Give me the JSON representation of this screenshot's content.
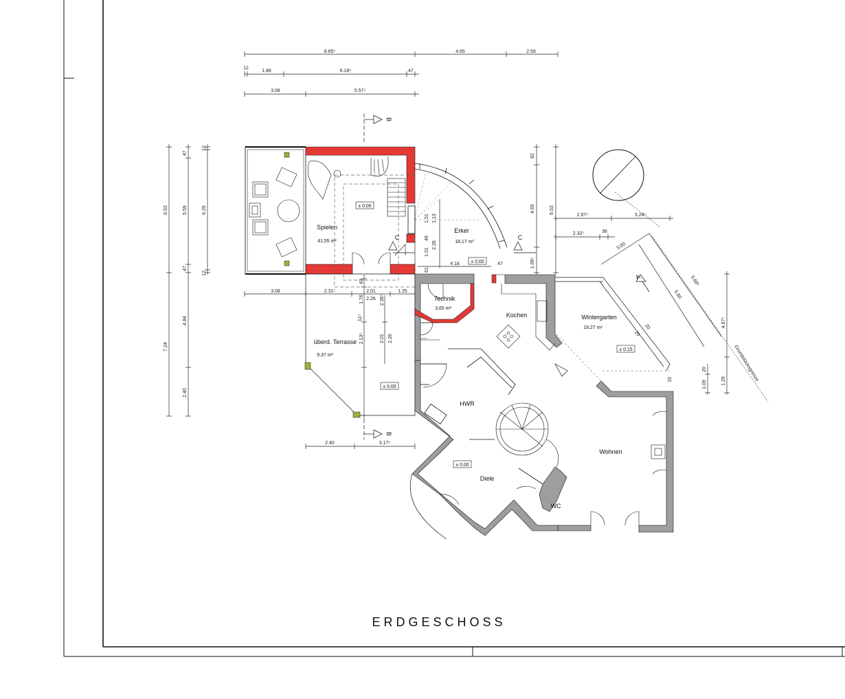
{
  "title": "ERDGESCHOSS",
  "colors": {
    "wall_new": "#e53935",
    "wall_existing": "#9e9e9e",
    "line": "#111111",
    "fixture": "#9bb23b"
  },
  "rooms": [
    {
      "id": "spielen",
      "name": "Spielen",
      "area": "41,55 m²"
    },
    {
      "id": "erker",
      "name": "Erker",
      "area": "18,17 m²"
    },
    {
      "id": "technik",
      "name": "Technik",
      "area": "3,65 m²"
    },
    {
      "id": "kochen",
      "name": "Kochen",
      "area": ""
    },
    {
      "id": "wintergarten",
      "name": "Wintergarten",
      "area": "19,27 m²"
    },
    {
      "id": "terrasse",
      "name": "überd. Terrasse",
      "area": "9,37 m²"
    },
    {
      "id": "hwr",
      "name": "HWR",
      "area": ""
    },
    {
      "id": "diele",
      "name": "Diele",
      "area": ""
    },
    {
      "id": "wc",
      "name": "WC",
      "area": ""
    },
    {
      "id": "wohnen",
      "name": "Wohnen",
      "area": ""
    }
  ],
  "levels": [
    "± 0.00",
    "± 0.00",
    "± 0.00",
    "± 0.00",
    "± 0.15"
  ],
  "section_marks": [
    "B",
    "B",
    "C",
    "C",
    "A"
  ],
  "dimensions": {
    "top": [
      "8.65⁵",
      "4.65",
      "2.59",
      "12",
      "1.88",
      "6.18⁵",
      "47",
      "3.08",
      "5.57⁵"
    ],
    "left": [
      "6.53",
      "5.59",
      "6.29",
      "47",
      "12",
      "47",
      "12",
      "7.24",
      "4.84",
      "2.40"
    ],
    "middle": [
      "3.08",
      "2.31⁵",
      "2.01",
      "1.25",
      "2.26",
      "1.76",
      "2.36⁵",
      "11⁵",
      "2.13⁵",
      "2.01",
      "2.26",
      "43",
      "61",
      "4.18",
      "47",
      "1.01",
      "49",
      "2.26",
      "1.51",
      "1.13"
    ],
    "bottom": [
      "2.40",
      "3.17⁵"
    ],
    "right": [
      "6.53",
      "4.65",
      "82",
      "1.06⁵",
      "2.67⁵",
      "3.24⁵",
      "2.32⁵",
      "36",
      "3.00",
      "5.68⁵",
      "5.80",
      "20",
      "1.09",
      "1.29",
      "4.67⁵",
      "19",
      "20",
      "20"
    ]
  },
  "boundary_label": "Grundstücksgrenze"
}
